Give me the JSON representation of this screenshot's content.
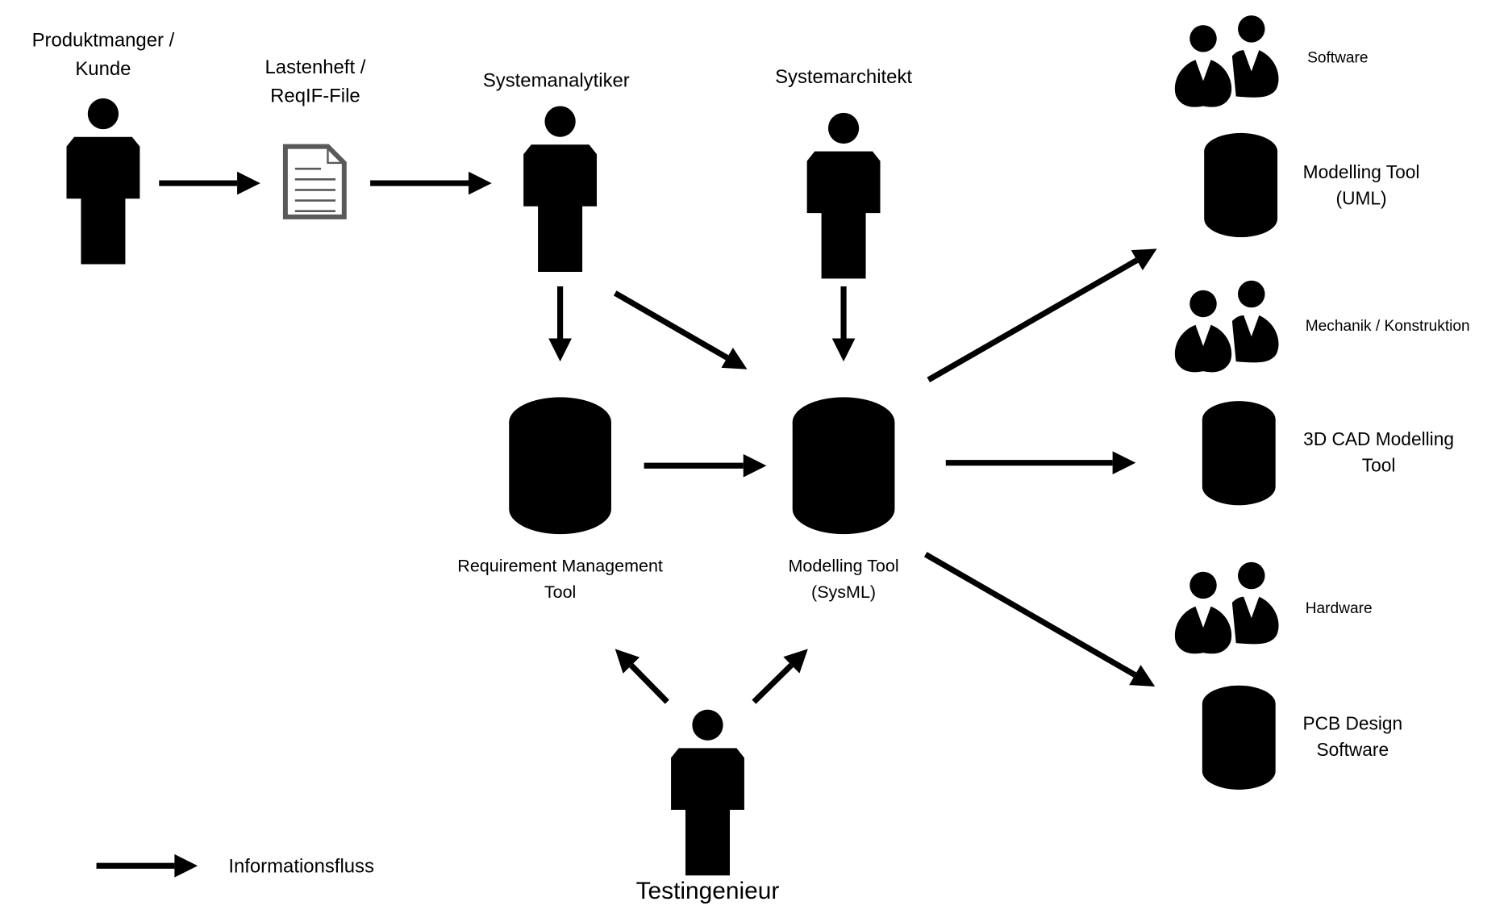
{
  "diagram": {
    "actors": {
      "produktmanager": {
        "line1": "Produktmanger /",
        "line2": "Kunde"
      },
      "lastenheft": {
        "line1": "Lastenheft /",
        "line2": "ReqIF-File",
        "icon": "document-icon"
      },
      "systemanalytiker": {
        "label": "Systemanalytiker"
      },
      "systemarchitekt": {
        "label": "Systemarchitekt"
      },
      "testingenieur": {
        "label": "Testingenieur"
      }
    },
    "tools": {
      "req_mgmt": {
        "line1": "Requirement Management",
        "line2": "Tool"
      },
      "sysml": {
        "line1": "Modelling Tool",
        "line2": "(SysML)"
      },
      "uml": {
        "line1": "Modelling Tool",
        "line2": "(UML)"
      },
      "cad": {
        "line1": "3D CAD Modelling",
        "line2": "Tool"
      },
      "pcb": {
        "line1": "PCB Design",
        "line2": "Software"
      }
    },
    "teams": {
      "software": {
        "label": "Software"
      },
      "mechanik": {
        "label": "Mechanik / Konstruktion"
      },
      "hardware": {
        "label": "Hardware"
      }
    },
    "legend": {
      "label": "Informationsfluss",
      "icon": "arrow-right-icon"
    },
    "colors": {
      "line": "#000000",
      "icon_gray": "#595959",
      "background": "#ffffff"
    },
    "edges": [
      {
        "from": "Produktmanger / Kunde",
        "to": "Lastenheft / ReqIF-File"
      },
      {
        "from": "Lastenheft / ReqIF-File",
        "to": "Systemanalytiker"
      },
      {
        "from": "Systemanalytiker",
        "to": "Requirement Management Tool"
      },
      {
        "from": "Systemanalytiker",
        "to": "Modelling Tool (SysML)"
      },
      {
        "from": "Systemarchitekt",
        "to": "Modelling Tool (SysML)"
      },
      {
        "from": "Requirement Management Tool",
        "to": "Modelling Tool (SysML)"
      },
      {
        "from": "Modelling Tool (SysML)",
        "to": "Modelling Tool (UML)"
      },
      {
        "from": "Modelling Tool (SysML)",
        "to": "3D CAD Modelling Tool"
      },
      {
        "from": "Modelling Tool (SysML)",
        "to": "PCB Design Software"
      },
      {
        "from": "Testingenieur",
        "to": "Requirement Management Tool"
      },
      {
        "from": "Testingenieur",
        "to": "Modelling Tool (SysML)"
      }
    ]
  }
}
